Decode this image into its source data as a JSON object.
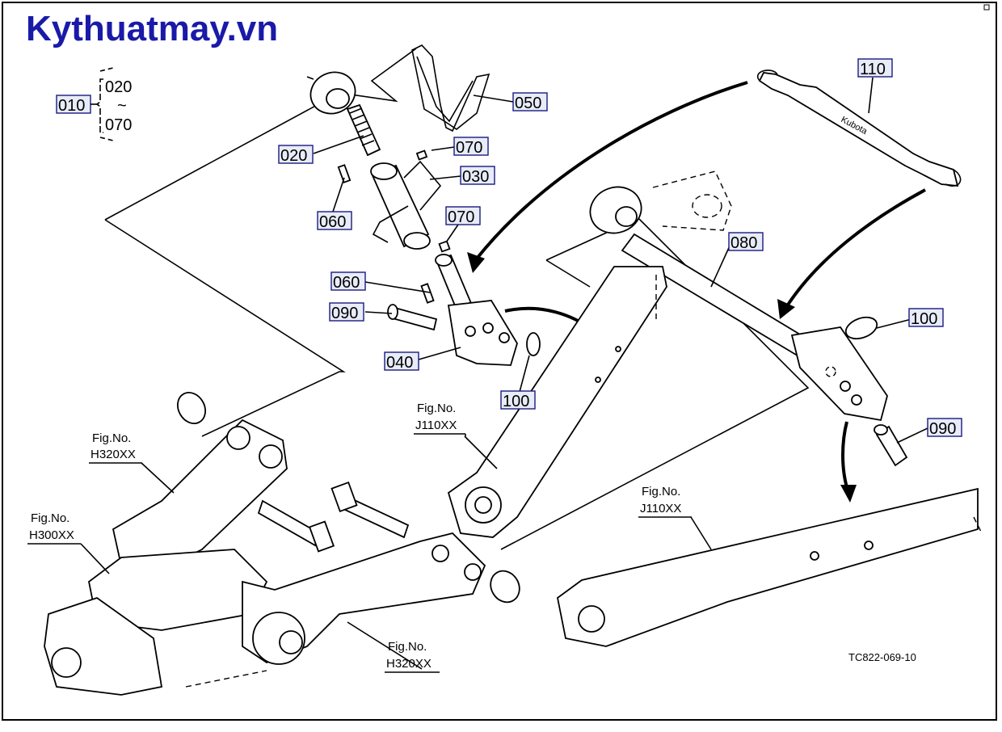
{
  "watermark": "Kythuatmay.vn",
  "drawing_code": "TC822-069-10",
  "range_note": {
    "parent": "010",
    "from": "020",
    "tilde": "~",
    "to": "070"
  },
  "callouts": [
    {
      "id": "c050",
      "label": "050"
    },
    {
      "id": "c020",
      "label": "020"
    },
    {
      "id": "c070a",
      "label": "070"
    },
    {
      "id": "c030",
      "label": "030"
    },
    {
      "id": "c060a",
      "label": "060"
    },
    {
      "id": "c070b",
      "label": "070"
    },
    {
      "id": "c060b",
      "label": "060"
    },
    {
      "id": "c090a",
      "label": "090"
    },
    {
      "id": "c040",
      "label": "040"
    },
    {
      "id": "c100a",
      "label": "100"
    },
    {
      "id": "c110",
      "label": "110"
    },
    {
      "id": "c080",
      "label": "080"
    },
    {
      "id": "c100b",
      "label": "100"
    },
    {
      "id": "c090b",
      "label": "090"
    }
  ],
  "fig_refs": [
    {
      "id": "f1",
      "line1": "Fig.No.",
      "line2": "H320XX"
    },
    {
      "id": "f2",
      "line1": "Fig.No.",
      "line2": "H300XX"
    },
    {
      "id": "f3",
      "line1": "Fig.No.",
      "line2": "J110XX"
    },
    {
      "id": "f4",
      "line1": "Fig.No.",
      "line2": "H320XX"
    },
    {
      "id": "f5",
      "line1": "Fig.No.",
      "line2": "J110XX"
    }
  ],
  "colors": {
    "watermark": "#1a1aa8",
    "label_box": "#e8ecf8",
    "label_box_border": "#1a1a80",
    "line": "#000000"
  }
}
